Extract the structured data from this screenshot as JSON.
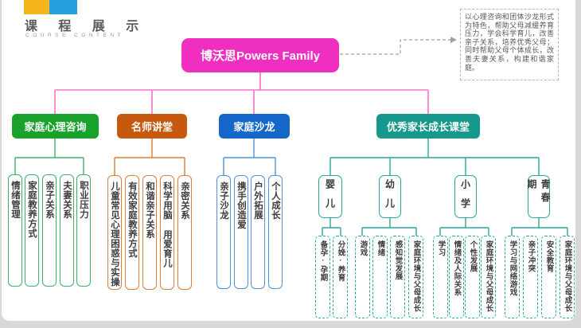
{
  "page": {
    "logo": {
      "title": "课程展示",
      "subtitle": "COURSE CONTENT",
      "square_colors": {
        "yellow": "#f5b51d",
        "blue": "#25a0e0"
      }
    },
    "root": {
      "label": "博沃思Powers Family",
      "color": "#ee2fc0"
    },
    "description": "以心理咨询和团体沙龙形式为特色，帮助父母减缓养育压力，学会科学育儿，改善亲子关系，培养优秀父母；同时帮助父母个体成长，改善夫妻关系，构建和谐家庭。",
    "connector_colors": {
      "root": "#ff70c8",
      "branch1": "#3db269",
      "branch2": "#dc7e3a",
      "branch3": "#4f94d7",
      "branch4": "#25a79d",
      "callout": "#9e9e9e"
    },
    "branches": [
      {
        "label": "家庭心理咨询",
        "color": "#18a12b",
        "children": [
          "情绪管理",
          "家庭教养方式",
          "亲子关系",
          "夫妻关系",
          "职业压力"
        ]
      },
      {
        "label": "名师讲堂",
        "color": "#c7590f",
        "children": [
          "儿童常见心理困惑与实操",
          "有效家庭教养方式",
          "和谐亲子关系",
          "科学用脑 用爱育儿",
          "亲密关系"
        ]
      },
      {
        "label": "家庭沙龙",
        "color": "#1467c8",
        "children": [
          "亲子沙龙",
          "携手创造爱",
          "户外拓展",
          "个人成长"
        ]
      },
      {
        "label": "优秀家长成长课堂",
        "color": "#16998c",
        "groups": [
          {
            "label": "婴儿",
            "items": [
              "备孕·孕期",
              "分娩·养育"
            ]
          },
          {
            "label": "幼儿",
            "items": [
              "游戏",
              "情绪",
              "感知觉发展",
              "家庭环境与父母成长"
            ]
          },
          {
            "label": "小学",
            "items": [
              "学习",
              "情绪及人际关系",
              "个性发展",
              "家庭环境与父母成长"
            ]
          },
          {
            "label": "青春期",
            "items": [
              "学习与网络游戏",
              "亲子冲突",
              "安全教育",
              "家庭环境与父母成长"
            ]
          }
        ]
      }
    ]
  }
}
